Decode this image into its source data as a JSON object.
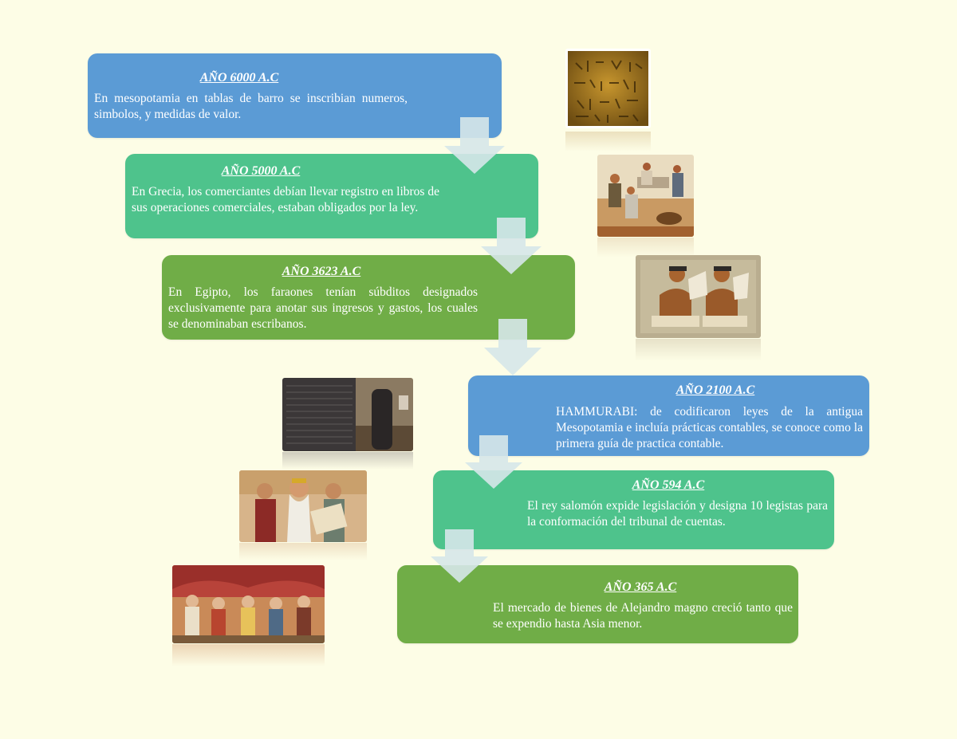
{
  "timeline": [
    {
      "year": "AÑO 6000 A.C",
      "text": "En mesopotamia en tablas de barro se inscribian numeros, simbolos, y medidas de valor.",
      "color": "#5b9bd5"
    },
    {
      "year": "AÑO 5000 A.C",
      "text": "En Grecia, los comerciantes debían llevar registro en libros de sus operaciones comerciales, estaban obligados por la ley.",
      "color": "#4ec38c"
    },
    {
      "year": "AÑO 3623 A.C",
      "text": "En Egipto, los faraones tenían súbditos designados exclusivamente para anotar sus ingresos y gastos, los cuales se denominaban escribanos.",
      "color": "#70ad47"
    },
    {
      "year": "AÑO 2100 A.C",
      "text": "HAMMURABI: de codificaron leyes de la antigua Mesopotamia e incluía prácticas contables, se conoce como la primera guía de practica contable.",
      "color": "#5b9bd5"
    },
    {
      "year": "AÑO 594 A.C",
      "text": "El rey salomón expide legislación y designa 10 legistas para la conformación del tribunal de cuentas.",
      "color": "#4ec38c"
    },
    {
      "year": "AÑO 365 A.C",
      "text": "El mercado de bienes de Alejandro magno creció tanto que se expendio hasta Asia menor.",
      "color": "#70ad47"
    }
  ],
  "images": [
    {
      "icon": "clay-tablet-image"
    },
    {
      "icon": "greek-merchants-image"
    },
    {
      "icon": "egyptian-scribes-image"
    },
    {
      "icon": "hammurabi-code-image"
    },
    {
      "icon": "king-solomon-image"
    },
    {
      "icon": "alexander-market-image"
    }
  ],
  "colors": {
    "background": "#fdfde6",
    "arrow": "#d6e7e9"
  }
}
